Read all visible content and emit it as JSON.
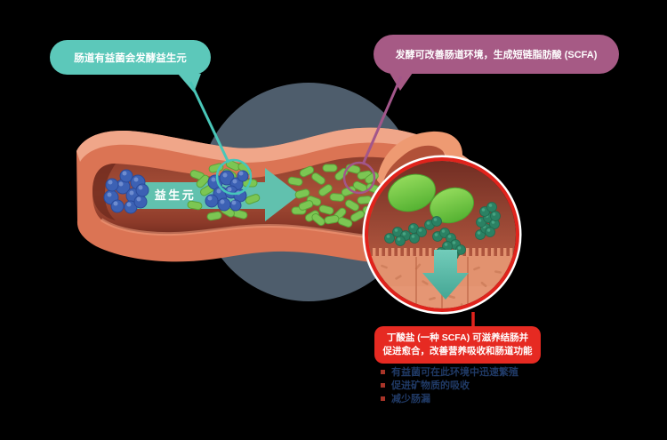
{
  "callouts": {
    "ferment": {
      "text": "肠道有益菌会发酵益生元"
    },
    "scfa": {
      "text": "发酵可改善肠道环境，生成短链脂肪酸 (SCFA)"
    },
    "butyrate": {
      "line1": "丁酸盐 (一种 SCFA) 可滋养结肠并",
      "line2": "促进愈合，改善营养吸收和肠道功能"
    }
  },
  "arrow_label": "益生元",
  "bullets": [
    {
      "text": "有益菌可在此环境中迅速繁殖"
    },
    {
      "text": "促进矿物质的吸收"
    },
    {
      "text": "减少肠漏"
    }
  ],
  "colors": {
    "background": "#000000",
    "teal_callout": "#5cc8ba",
    "purple_callout": "#a65a85",
    "red_callout": "#e62a22",
    "slate_circle": "#4e5d6c",
    "intestine_wall": "#db7454",
    "intestine_highlight": "#f0a689",
    "lumen": "#a85038",
    "flow_arrow": "#61c1ae",
    "green_bacteria": "#7cc653",
    "blue_bacteria": "#3c61b4",
    "scfa_molecule": "#2b8163",
    "bullet_text": "#203a66"
  },
  "figure_icons": [
    "magnifier-circle-teal",
    "magnifier-circle-purple",
    "zoom-lens-circle",
    "flow-arrow",
    "absorption-down-arrow"
  ]
}
